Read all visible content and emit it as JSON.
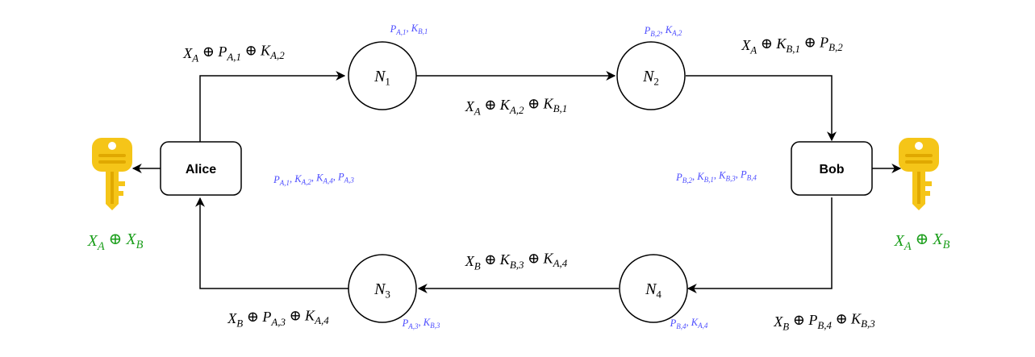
{
  "colors": {
    "param": "#4d4dff",
    "key_result": "#1a9e1a",
    "key_icon": "#f5c518",
    "key_icon_dark": "#e0a800"
  },
  "entities": {
    "alice": {
      "label": "Alice"
    },
    "bob": {
      "label": "Bob"
    }
  },
  "nodes": [
    {
      "id": "n1",
      "base": "N",
      "sub": "1"
    },
    {
      "id": "n2",
      "base": "N",
      "sub": "2"
    },
    {
      "id": "n3",
      "base": "N",
      "sub": "3"
    },
    {
      "id": "n4",
      "base": "N",
      "sub": "4"
    }
  ],
  "edge_labels": {
    "alice_to_n1": [
      {
        "v": "X",
        "s": "A"
      },
      {
        "op": " ⊕ "
      },
      {
        "v": "P",
        "s": "A,1"
      },
      {
        "op": " ⊕ "
      },
      {
        "v": "K",
        "s": "A,2"
      }
    ],
    "n1_to_n2": [
      {
        "v": "X",
        "s": "A"
      },
      {
        "op": " ⊕ "
      },
      {
        "v": "K",
        "s": "A,2"
      },
      {
        "op": " ⊕ "
      },
      {
        "v": "K",
        "s": "B,1"
      }
    ],
    "n2_to_bob": [
      {
        "v": "X",
        "s": "A"
      },
      {
        "op": " ⊕ "
      },
      {
        "v": "K",
        "s": "B,1"
      },
      {
        "op": " ⊕ "
      },
      {
        "v": "P",
        "s": "B,2"
      }
    ],
    "bob_to_n4": [
      {
        "v": "X",
        "s": "B"
      },
      {
        "op": " ⊕ "
      },
      {
        "v": "P",
        "s": "B,4"
      },
      {
        "op": " ⊕ "
      },
      {
        "v": "K",
        "s": "B,3"
      }
    ],
    "n4_to_n3": [
      {
        "v": "X",
        "s": "B"
      },
      {
        "op": " ⊕ "
      },
      {
        "v": "K",
        "s": "B,3"
      },
      {
        "op": " ⊕ "
      },
      {
        "v": "K",
        "s": "A,4"
      }
    ],
    "n3_to_alice": [
      {
        "v": "X",
        "s": "B"
      },
      {
        "op": " ⊕ "
      },
      {
        "v": "P",
        "s": "A,3"
      },
      {
        "op": " ⊕ "
      },
      {
        "v": "K",
        "s": "A,4"
      }
    ]
  },
  "params": {
    "n1": [
      {
        "v": "P",
        "s": "A,1"
      },
      {
        "op": ", "
      },
      {
        "v": "K",
        "s": "B,1"
      }
    ],
    "n2": [
      {
        "v": "P",
        "s": "B,2"
      },
      {
        "op": ", "
      },
      {
        "v": "K",
        "s": "A,2"
      }
    ],
    "n3": [
      {
        "v": "P",
        "s": "A,3"
      },
      {
        "op": ", "
      },
      {
        "v": "K",
        "s": "B,3"
      }
    ],
    "n4": [
      {
        "v": "P",
        "s": "B,4"
      },
      {
        "op": ", "
      },
      {
        "v": "K",
        "s": "A,4"
      }
    ],
    "alice": [
      {
        "v": "P",
        "s": "A,1"
      },
      {
        "op": ", "
      },
      {
        "v": "K",
        "s": "A,2"
      },
      {
        "op": ", "
      },
      {
        "v": "K",
        "s": "A,4"
      },
      {
        "op": ", "
      },
      {
        "v": "P",
        "s": "A,3"
      }
    ],
    "bob": [
      {
        "v": "P",
        "s": "B,2"
      },
      {
        "op": ", "
      },
      {
        "v": "K",
        "s": "B,1"
      },
      {
        "op": ", "
      },
      {
        "v": "K",
        "s": "B,3"
      },
      {
        "op": ", "
      },
      {
        "v": "P",
        "s": "B,4"
      }
    ]
  },
  "shared_keys": {
    "alice": [
      {
        "v": "X",
        "s": "A"
      },
      {
        "op": " ⊕ "
      },
      {
        "v": "X",
        "s": "B"
      }
    ],
    "bob": [
      {
        "v": "X",
        "s": "A"
      },
      {
        "op": " ⊕ "
      },
      {
        "v": "X",
        "s": "B"
      }
    ]
  },
  "icons": {
    "alice_key": "key-icon",
    "bob_key": "key-icon"
  }
}
